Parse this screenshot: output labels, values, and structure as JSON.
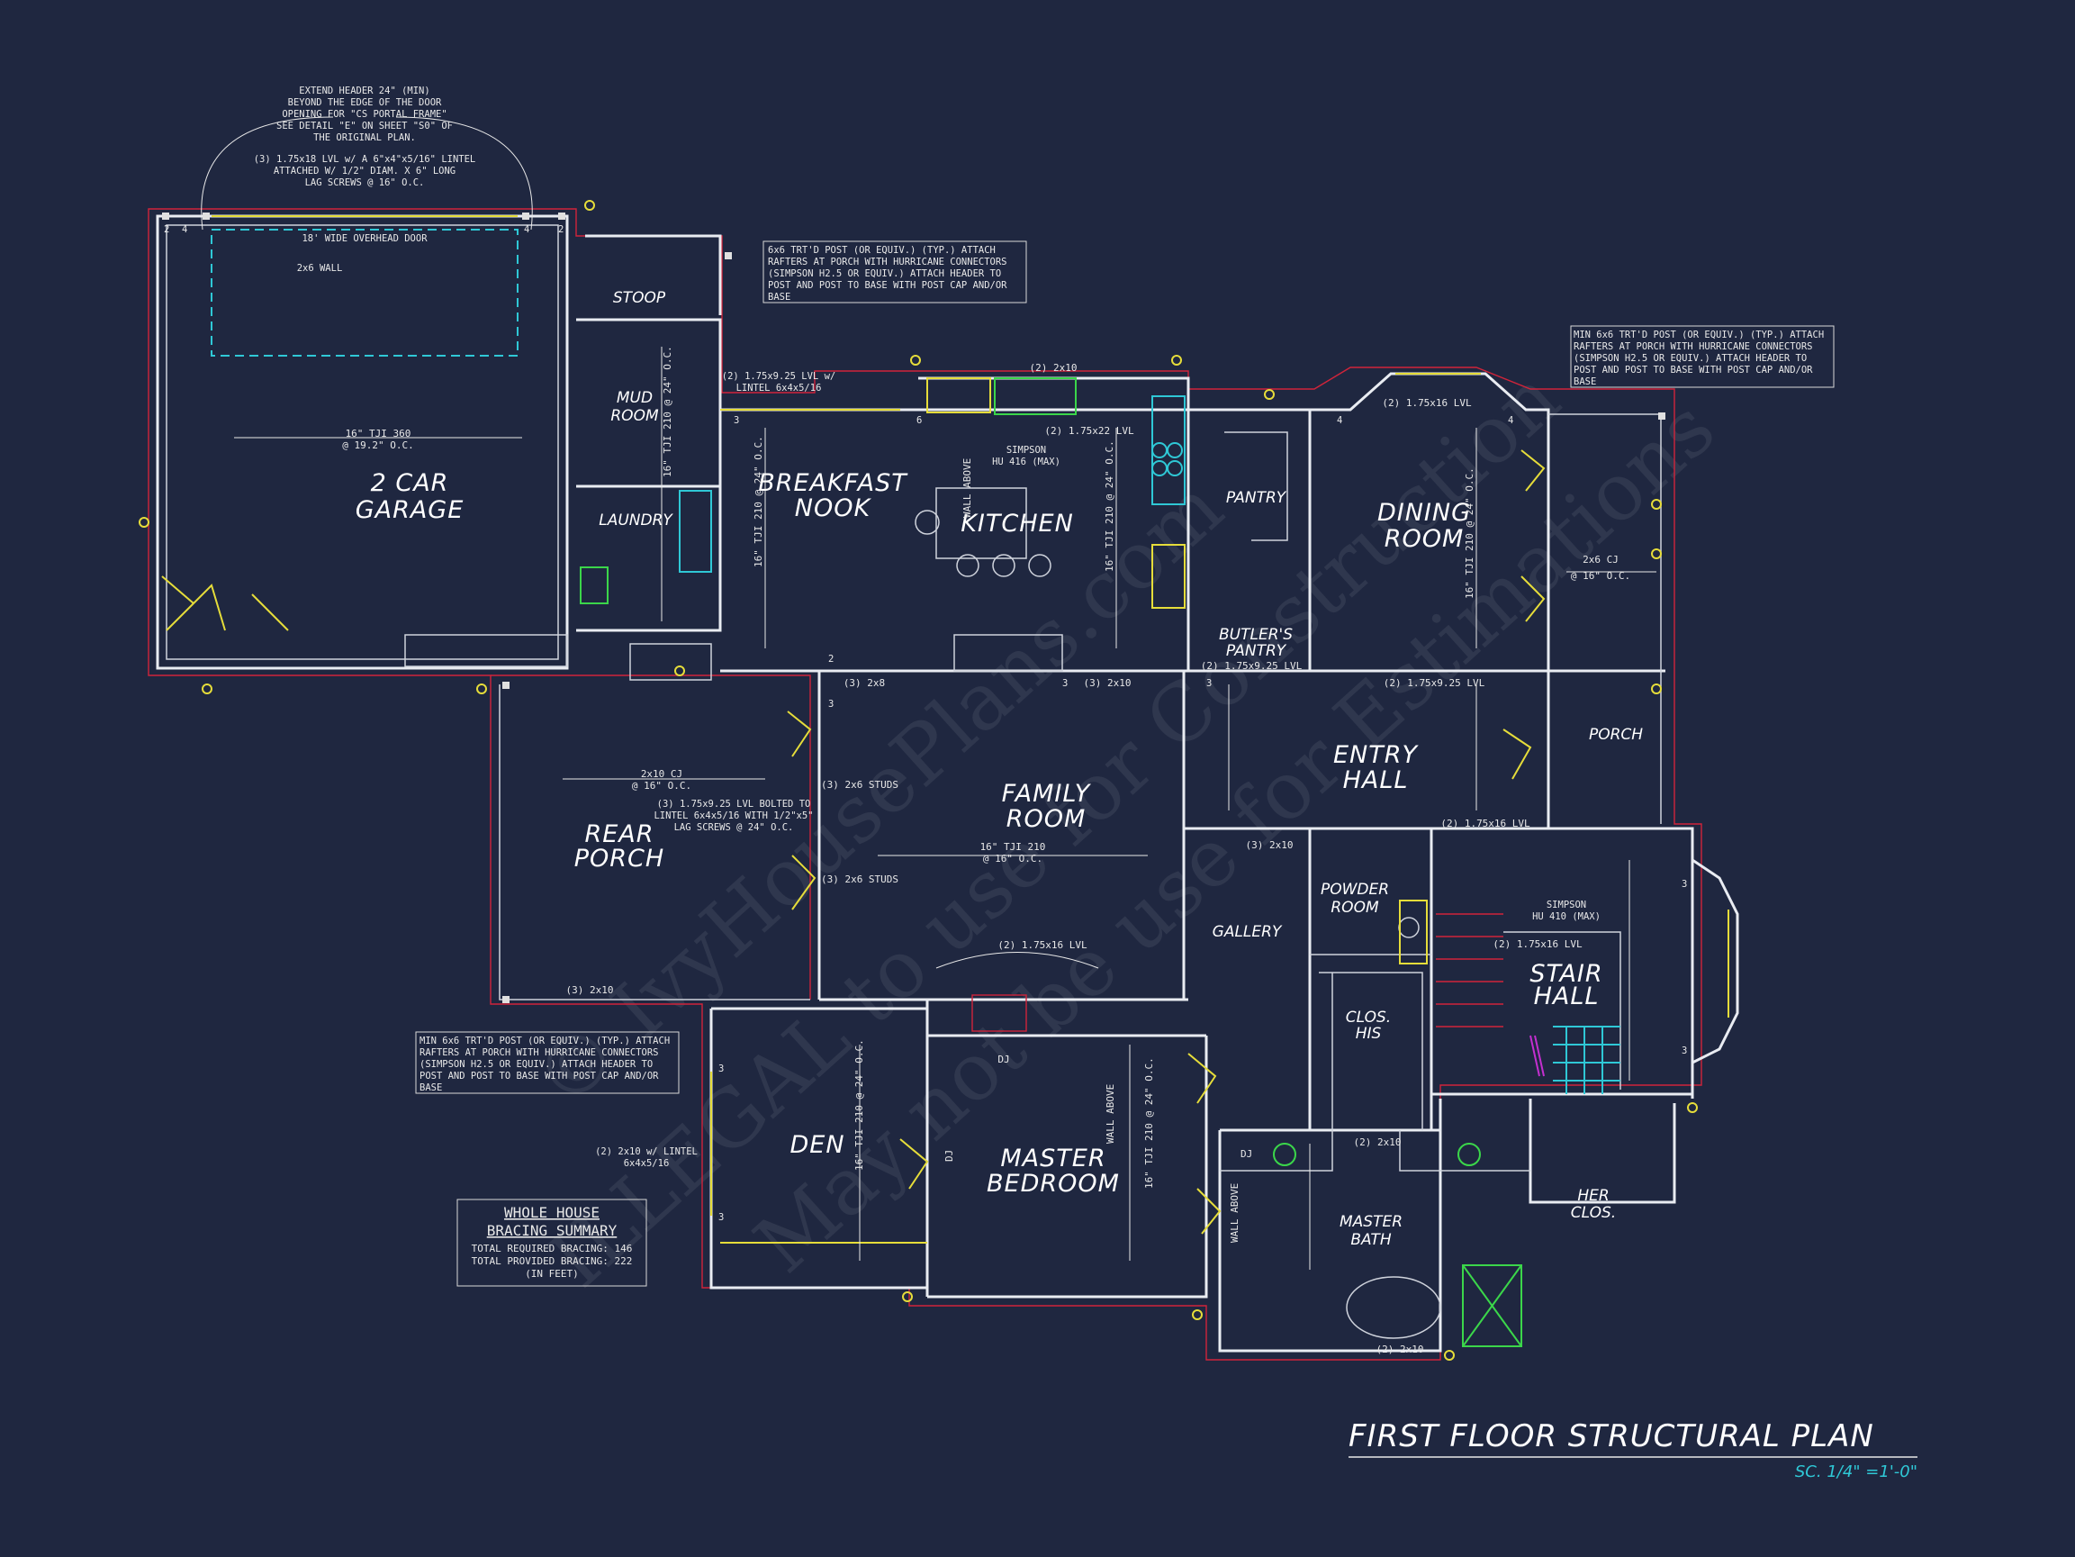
{
  "drawing": {
    "title": "FIRST FLOOR STRUCTURAL PLAN",
    "scale": "SC. 1/4\" =1'-0\""
  },
  "watermark": {
    "line1": "© IvyHousePlans.com",
    "line2": "ILLEGAL to use for Construction",
    "line3": "May not be use for Estimations"
  },
  "rooms": {
    "garage_1": "2 CAR",
    "garage_2": "GARAGE",
    "stoop": "STOOP",
    "mud_1": "MUD",
    "mud_2": "ROOM",
    "laundry": "LAUNDRY",
    "nook_1": "BREAKFAST",
    "nook_2": "NOOK",
    "kitchen": "KITCHEN",
    "pantry": "PANTRY",
    "butlers_1": "BUTLER'S",
    "butlers_2": "PANTRY",
    "dining_1": "DINING",
    "dining_2": "ROOM",
    "porch": "PORCH",
    "rear_porch_1": "REAR",
    "rear_porch_2": "PORCH",
    "family_1": "FAMILY",
    "family_2": "ROOM",
    "entry_1": "ENTRY",
    "entry_2": "HALL",
    "gallery": "GALLERY",
    "powder_1": "POWDER",
    "powder_2": "ROOM",
    "stair_1": "STAIR",
    "stair_2": "HALL",
    "clos_his_1": "CLOS.",
    "clos_his_2": "HIS",
    "den": "DEN",
    "master_bed_1": "MASTER",
    "master_bed_2": "BEDROOM",
    "master_bath_1": "MASTER",
    "master_bath_2": "BATH",
    "her_clos_1": "HER",
    "her_clos_2": "CLOS."
  },
  "notes": {
    "header_note": [
      "EXTEND HEADER 24\" (MIN)",
      "BEYOND THE EDGE OF THE DOOR",
      "OPENING FOR \"CS PORTAL FRAME\"",
      "SEE DETAIL \"E\" ON SHEET \"S0\" OF",
      "THE ORIGINAL PLAN."
    ],
    "lvl_note": [
      "(3) 1.75x18 LVL w/ A 6\"x4\"x5/16\" LINTEL",
      "ATTACHED W/ 1/2\" DIAM. X 6\" LONG",
      "LAG SCREWS @ 16\" O.C."
    ],
    "overhead_door": "18' WIDE OVERHEAD DOOR",
    "wall_2x6": "2x6 WALL",
    "post_note_top": [
      "6x6 TRT'D POST (OR EQUIV.) (TYP.) ATTACH",
      "RAFTERS AT PORCH WITH HURRICANE CONNECTORS",
      "(SIMPSON H2.5 OR EQUIV.) ATTACH HEADER TO",
      "POST AND POST TO BASE WITH POST CAP AND/OR",
      "BASE"
    ],
    "post_note_right": [
      "MIN 6x6 TRT'D POST (OR EQUIV.) (TYP.) ATTACH",
      "RAFTERS AT PORCH WITH HURRICANE CONNECTORS",
      "(SIMPSON H2.5 OR EQUIV.) ATTACH HEADER TO",
      "POST AND POST TO BASE WITH POST CAP AND/OR",
      "BASE"
    ],
    "post_note_left": [
      "MIN 6x6 TRT'D POST (OR EQUIV.) (TYP.) ATTACH",
      "RAFTERS AT PORCH WITH HURRICANE CONNECTORS",
      "(SIMPSON H2.5 OR EQUIV.) ATTACH HEADER TO",
      "POST AND POST TO BASE WITH POST CAP AND/OR",
      "BASE"
    ],
    "porch_lintel": [
      "(3) 1.75x9.25 LVL BOLTED TO",
      "LINTEL 6x4x5/16 WITH 1/2\"x5\"",
      "LAG SCREWS @ 24\" O.C."
    ],
    "den_lintel": [
      "(2) 2x10 w/ LINTEL",
      "6x4x5/16"
    ],
    "nook_lintel": [
      "(2) 1.75x9.25 LVL w/",
      "LINTEL 6x4x5/16"
    ],
    "simpson_hu416": [
      "SIMPSON",
      "HU 416 (MAX)"
    ],
    "simpson_hu410": [
      "SIMPSON",
      "HU 410 (MAX)"
    ],
    "bracing": {
      "title_1": "WHOLE HOUSE",
      "title_2": "BRACING SUMMARY",
      "required": "TOTAL REQUIRED BRACING: 146",
      "provided": "TOTAL PROVIDED BRACING: 222",
      "unit": "(IN FEET)"
    }
  },
  "specs": {
    "garage_tji": "16\" TJI 360",
    "garage_oc": "@ 19.2\" O.C.",
    "rear_cj": "2x10 CJ",
    "rear_cj_oc": "@ 16\" O.C.",
    "family_tji": "16\" TJI 210",
    "family_oc": "@ 16\" O.C.",
    "porch_cj": "2x6 CJ",
    "porch_cj_oc": "@ 16\" O.C.",
    "nook_tji": "16\" TJI 210 @ 24\" O.C.",
    "kitchen_tji": "16\" TJI 210 @ 24\" O.C.",
    "dining_tji": "16\" TJI 210 @ 24\" O.C.",
    "den_tji": "16\" TJI 210 @ 24\" O.C.",
    "master_tji": "16\" TJI 210 @ 24\" O.C.",
    "mud_tji": "16\" TJI 210 @ 24\" O.C.",
    "h_2x10": "(2) 2x10",
    "h_3x8": "(3) 2x8",
    "h_3x10": "(3) 2x10",
    "h_lvl1622": "(2) 1.75x22 LVL",
    "h_lvl16": "(2) 1.75x16 LVL",
    "h_lvl925": "(2) 1.75x9.25 LVL",
    "studs": "(3) 2x6 STUDS",
    "wall_above": "WALL ABOVE",
    "dj": "DJ",
    "cj_2x6": "2x6 CJ @ 16\" O.C.",
    "num_2": "2",
    "num_3": "3",
    "num_4": "4",
    "num_6": "6"
  }
}
